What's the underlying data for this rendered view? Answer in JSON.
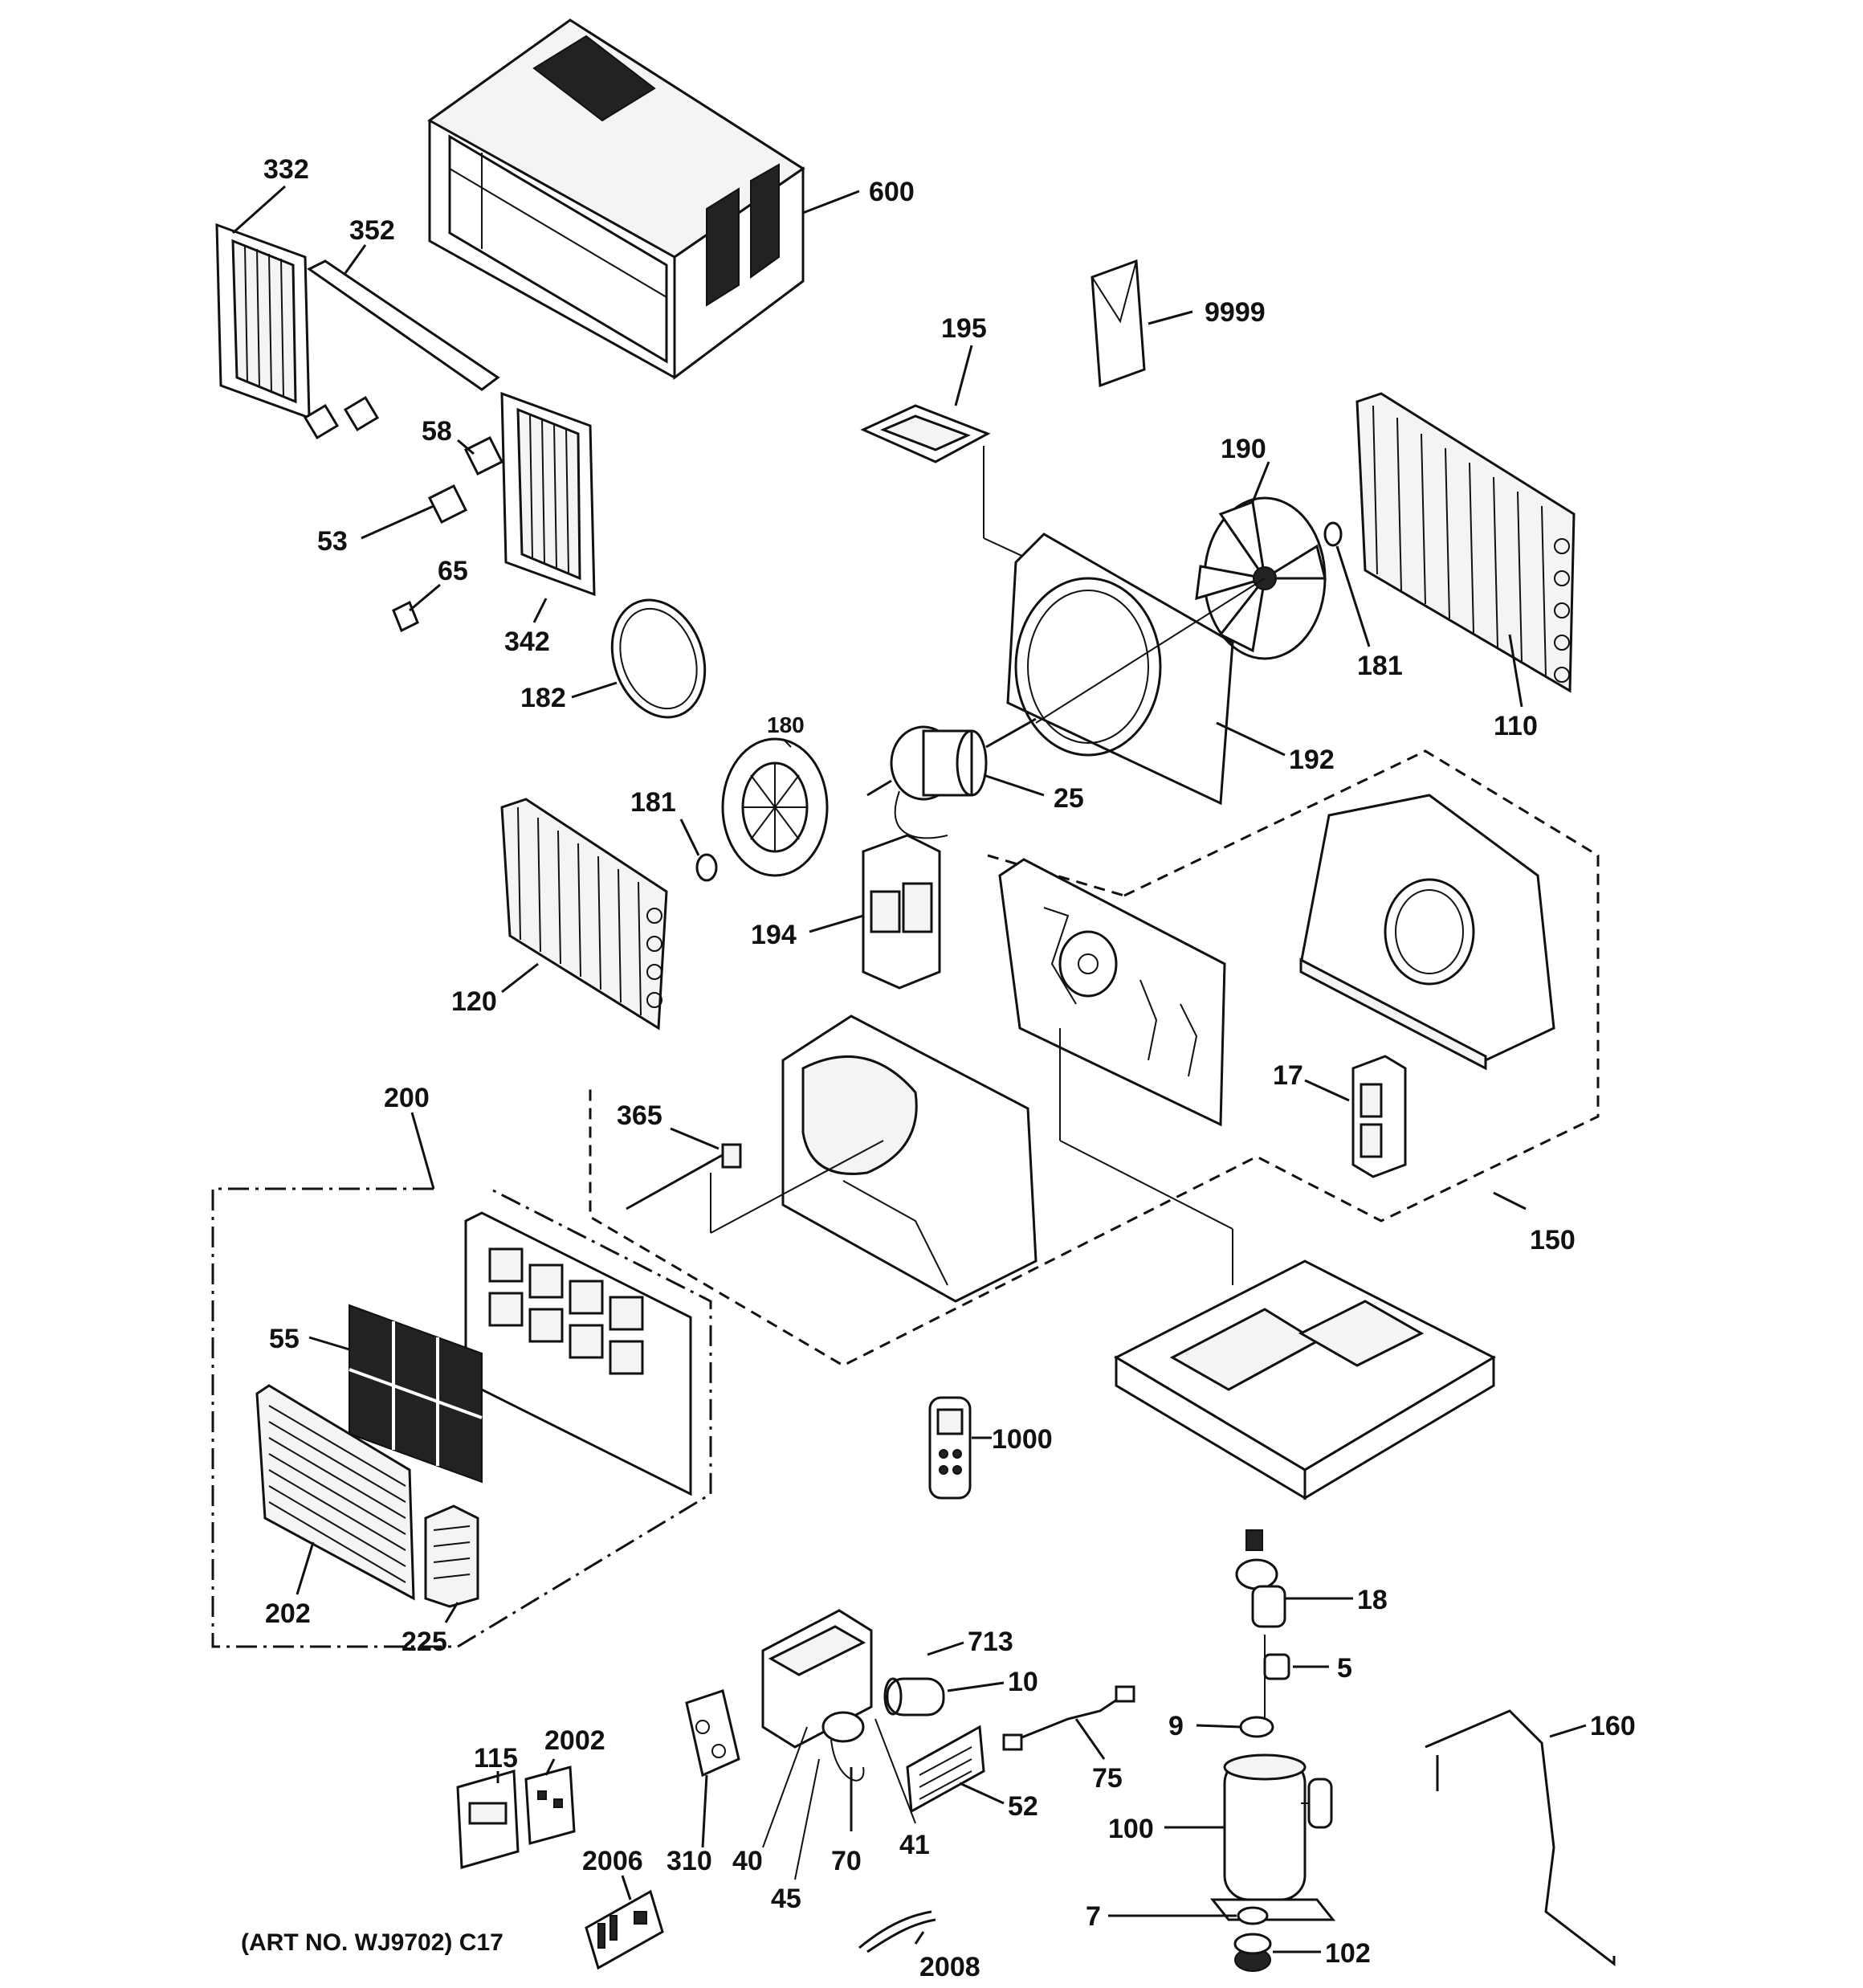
{
  "diagram": {
    "art_number": "(ART NO. WJ9702) C17",
    "callouts": [
      {
        "id": "c600",
        "text": "600"
      },
      {
        "id": "c332",
        "text": "332"
      },
      {
        "id": "c352",
        "text": "352"
      },
      {
        "id": "c58",
        "text": "58"
      },
      {
        "id": "c53",
        "text": "53"
      },
      {
        "id": "c65",
        "text": "65"
      },
      {
        "id": "c342",
        "text": "342"
      },
      {
        "id": "c182",
        "text": "182"
      },
      {
        "id": "c9999",
        "text": "9999"
      },
      {
        "id": "c195",
        "text": "195"
      },
      {
        "id": "c190",
        "text": "190"
      },
      {
        "id": "c181a",
        "text": "181"
      },
      {
        "id": "c110",
        "text": "110"
      },
      {
        "id": "c192",
        "text": "192"
      },
      {
        "id": "c180",
        "text": "180"
      },
      {
        "id": "c25",
        "text": "25"
      },
      {
        "id": "c181b",
        "text": "181"
      },
      {
        "id": "c194",
        "text": "194"
      },
      {
        "id": "c120",
        "text": "120"
      },
      {
        "id": "c17",
        "text": "17"
      },
      {
        "id": "c150",
        "text": "150"
      },
      {
        "id": "c365",
        "text": "365"
      },
      {
        "id": "c200",
        "text": "200"
      },
      {
        "id": "c55",
        "text": "55"
      },
      {
        "id": "c202",
        "text": "202"
      },
      {
        "id": "c225",
        "text": "225"
      },
      {
        "id": "c1000",
        "text": "1000"
      },
      {
        "id": "c18",
        "text": "18"
      },
      {
        "id": "c5",
        "text": "5"
      },
      {
        "id": "c9",
        "text": "9"
      },
      {
        "id": "c160",
        "text": "160"
      },
      {
        "id": "c100",
        "text": "100"
      },
      {
        "id": "c7",
        "text": "7"
      },
      {
        "id": "c102",
        "text": "102"
      },
      {
        "id": "c713",
        "text": "713"
      },
      {
        "id": "c10",
        "text": "10"
      },
      {
        "id": "c75",
        "text": "75"
      },
      {
        "id": "c52",
        "text": "52"
      },
      {
        "id": "c115",
        "text": "115"
      },
      {
        "id": "c2002",
        "text": "2002"
      },
      {
        "id": "c310",
        "text": "310"
      },
      {
        "id": "c40",
        "text": "40"
      },
      {
        "id": "c70",
        "text": "70"
      },
      {
        "id": "c41",
        "text": "41"
      },
      {
        "id": "c45",
        "text": "45"
      },
      {
        "id": "c2006",
        "text": "2006"
      },
      {
        "id": "c2008",
        "text": "2008"
      }
    ]
  }
}
